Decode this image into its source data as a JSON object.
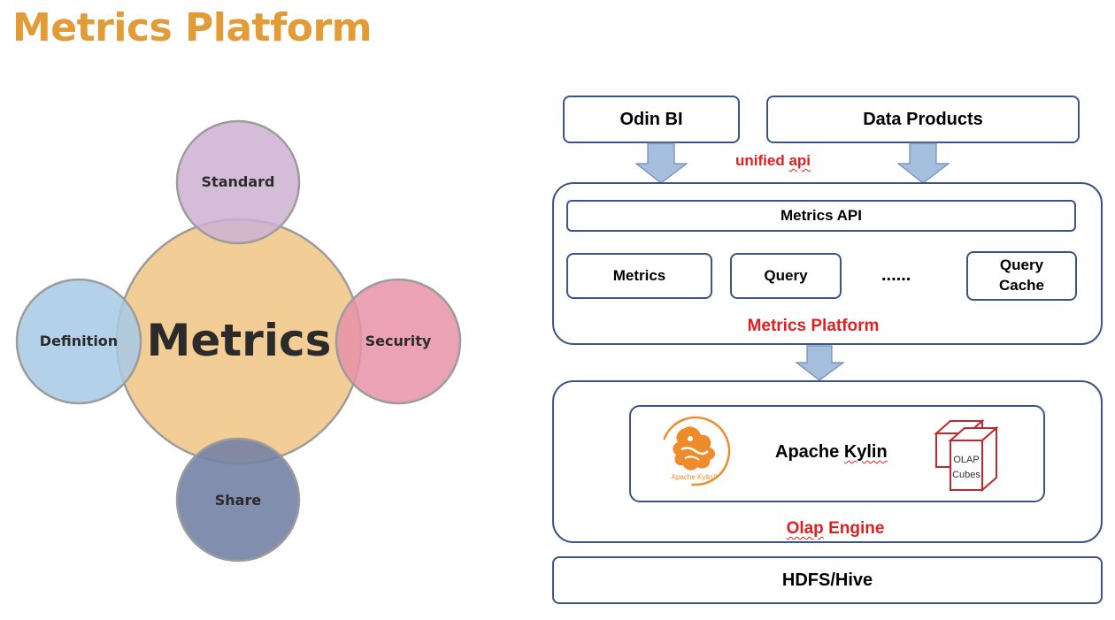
{
  "title": "Metrics Platform",
  "venn": {
    "center": "Metrics",
    "top": "Standard",
    "left": "Definition",
    "right": "Security",
    "bottom": "Share"
  },
  "arch": {
    "clients": [
      "Odin BI",
      "Data Products"
    ],
    "unified_api": "unified api",
    "metrics_api": "Metrics API",
    "modules": [
      "Metrics",
      "Query",
      "......",
      "Query Cache"
    ],
    "platform_label": "Metrics Platform",
    "kylin_logo_text": "Apache Kylin™",
    "kylin_label_prefix": "Apache ",
    "kylin_label_word": "Kylin",
    "olap_cubes": "OLAP Cubes",
    "engine_label_prefix": "Olap",
    "engine_label_rest": " Engine",
    "storage": "HDFS/Hive"
  },
  "colors": {
    "title": "#E39B38",
    "metrics_circle": "#F2CD95",
    "standard_circle": "#CEB1D2",
    "definition_circle": "#A7C9E6",
    "security_circle": "#E792A8",
    "share_circle": "#7482A4",
    "box_border": "#3D5485",
    "arrow_fill": "#A6BEDE",
    "red_text": "#E02020",
    "kylin_orange": "#EE8B2B",
    "cube_red": "#C0282C"
  }
}
